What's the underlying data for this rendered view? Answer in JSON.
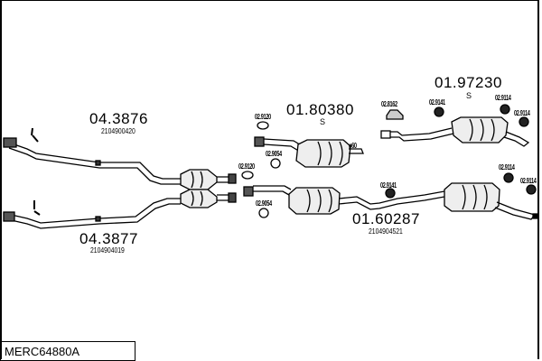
{
  "diagram_code": "MERC64880A",
  "parts": {
    "front_pipe_upper": {
      "number": "04.3876",
      "oe": "2104900420"
    },
    "front_pipe_lower": {
      "number": "04.3877",
      "oe": "2104904019"
    },
    "middle_silencer_upper": {
      "number": "01.80380",
      "variant": "S",
      "diameter": "ø60"
    },
    "rear_silencer_upper": {
      "number": "01.97230",
      "variant": "S"
    },
    "silencer_assembly_lower": {
      "number": "01.60287",
      "oe": "2104904521"
    }
  },
  "accessories": {
    "gasket_a": "02.9120",
    "gasket_b": "02.9120",
    "clamp_a": "02.9054",
    "clamp_b": "02.9054",
    "hanger_upper": "02.8162",
    "rubber_upper": "02.9141",
    "rubber_lower": "02.9141",
    "ring_upper_1": "02.9114",
    "ring_upper_2": "02.9114",
    "ring_lower_1": "02.9114",
    "ring_lower_2": "02.9114"
  }
}
